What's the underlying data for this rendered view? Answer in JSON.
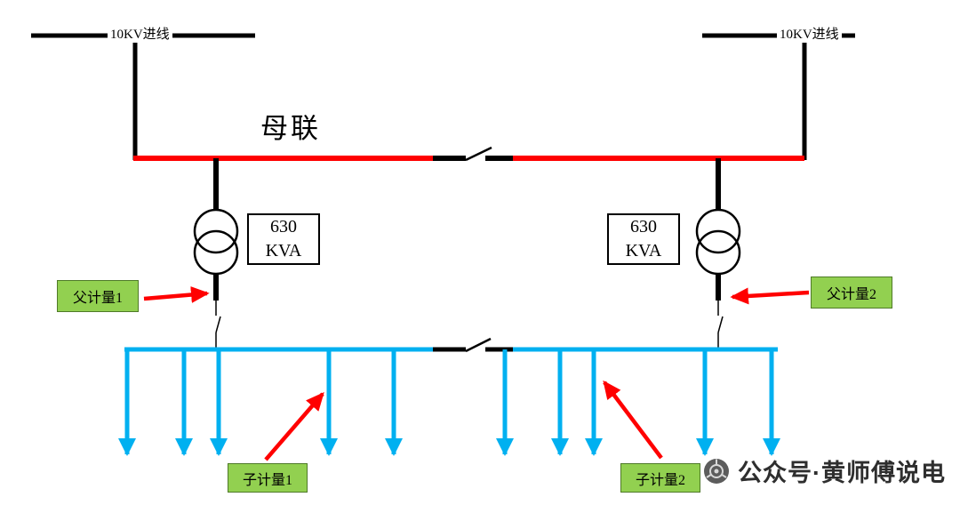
{
  "diagram": {
    "incoming_left_label": "10KV进线",
    "incoming_right_label": "10KV进线",
    "bus_tie_label": "母联",
    "transformer_left_rating": "630\nKVA",
    "transformer_right_rating": "630\nKVA",
    "parent_meter_left_label": "父计量1",
    "parent_meter_right_label": "父计量2",
    "child_meter_left_label": "子计量1",
    "child_meter_right_label": "子计量2"
  },
  "watermark": {
    "text": "公众号·黄师傅说电"
  },
  "icons": {
    "watermark_logo": "aperture-logo-icon"
  },
  "colors": {
    "bus_red": "#FF0000",
    "feeder_blue": "#00B0F0",
    "label_green": "#92D050",
    "callout_arrow_red": "#FF0000",
    "line_black": "#000000"
  }
}
